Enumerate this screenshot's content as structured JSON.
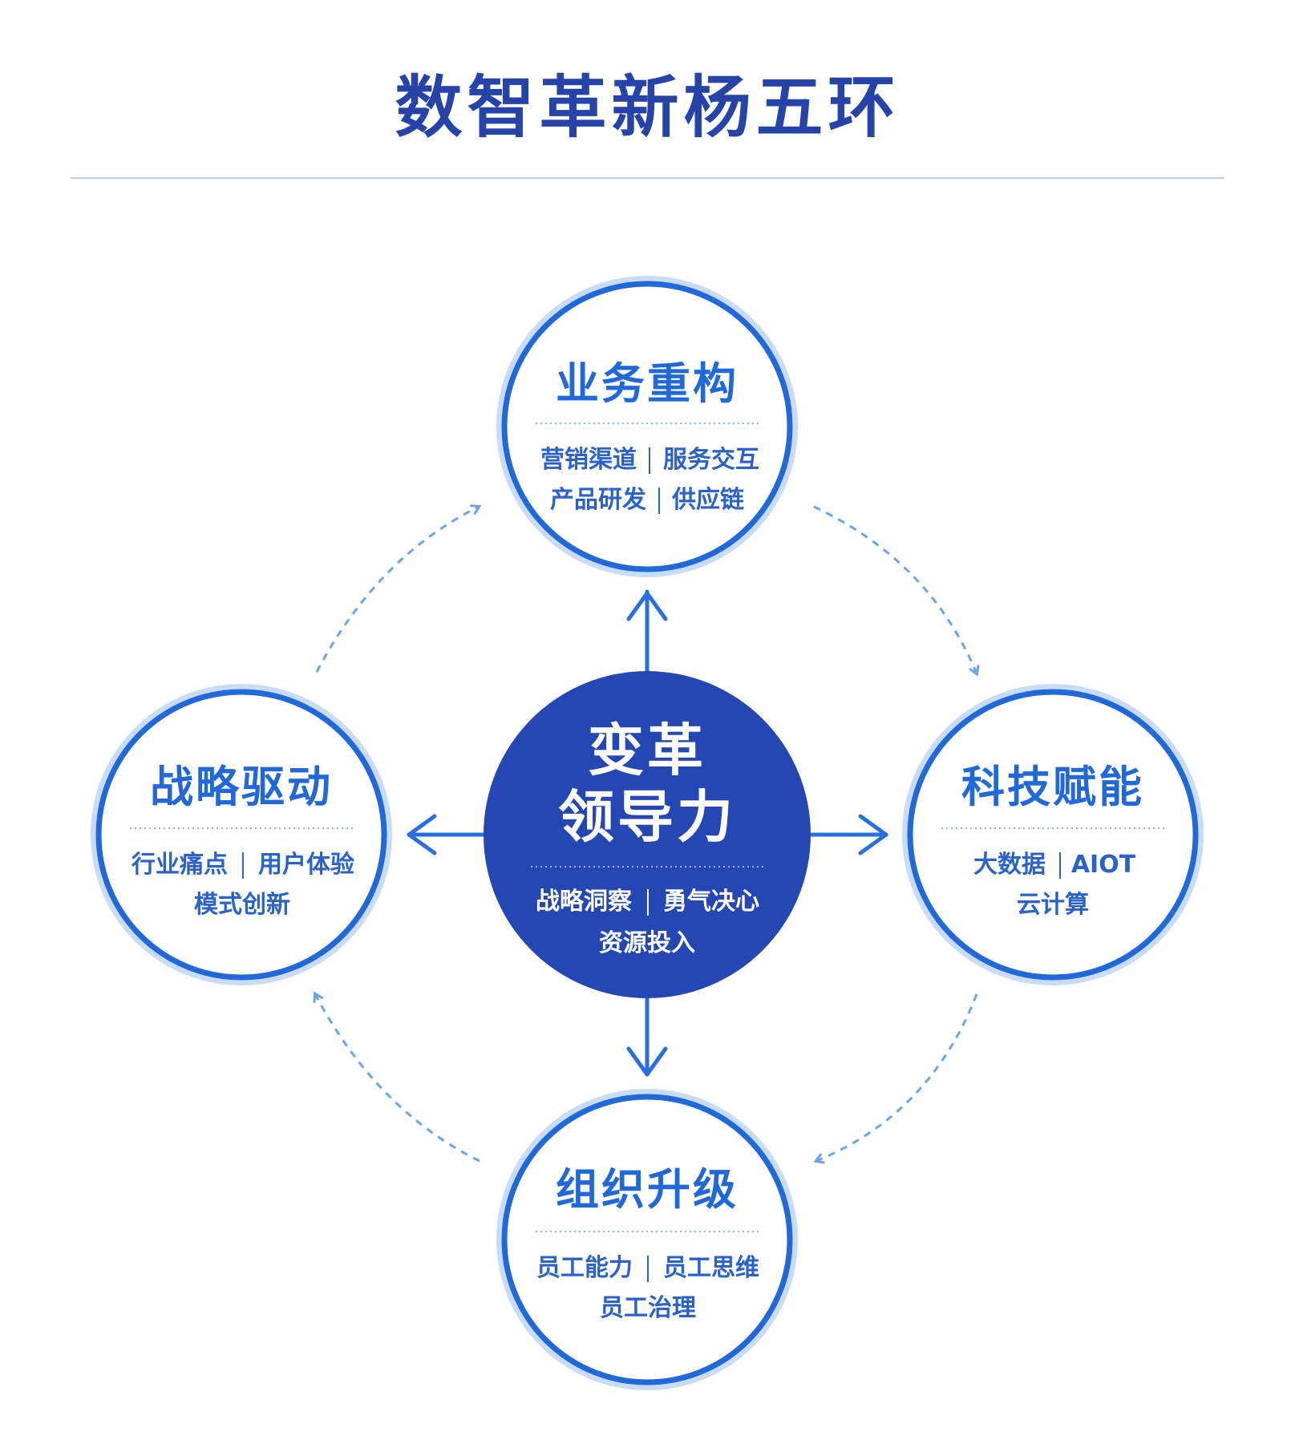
{
  "title": "数智革新杨五环",
  "center": {
    "title_line1": "变革",
    "title_line2": "领导力",
    "row1_left": "战略洞察",
    "row1_right": "勇气决心",
    "row2": "资源投入"
  },
  "nodes": {
    "top": {
      "title": "业务重构",
      "row1_left": "营销渠道",
      "row1_right": "服务交互",
      "row2_left": "产品研发",
      "row2_right": "供应链"
    },
    "left": {
      "title": "战略驱动",
      "row1_left": "行业痛点",
      "row1_right": "用户体验",
      "row2": "模式创新"
    },
    "right": {
      "title": "科技赋能",
      "row1_left": "大数据",
      "row1_right": "AIOT",
      "row2": "云计算"
    },
    "bottom": {
      "title": "组织升级",
      "row1_left": "员工能力",
      "row1_right": "员工思维",
      "row2": "员工治理"
    }
  },
  "colors": {
    "title": "#2543a8",
    "node_ring": "#2168d8",
    "node_halo": "#c9dcf7",
    "center_fill": "#2547b4",
    "arrow": "#2a6fe0",
    "dashed_arrow": "#6aa5ea"
  }
}
